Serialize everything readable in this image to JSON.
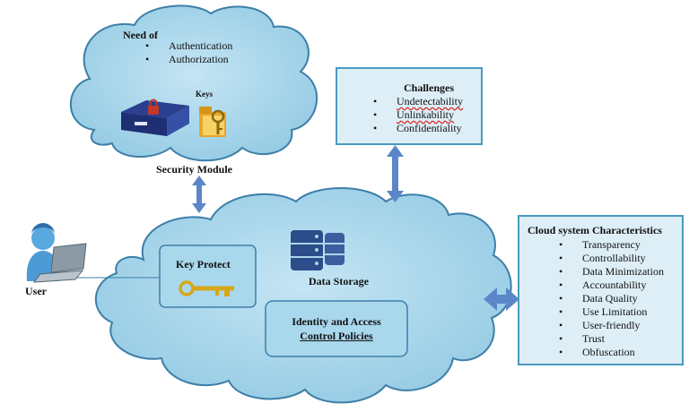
{
  "security": {
    "heading": "Need of",
    "items": [
      "Authentication",
      "Authorization"
    ],
    "keys_label": "Keys",
    "module_label": "Security Module"
  },
  "challenges": {
    "title": "Challenges",
    "items": [
      "Undetectability",
      "Unlinkability",
      "Confidentiality"
    ]
  },
  "user_label": "User",
  "key_protect_label": "Key Protect",
  "data_storage_label": "Data Storage",
  "identity": {
    "line1": "Identity and Access",
    "line2": "Control  Policies"
  },
  "characteristics": {
    "title": "Cloud system Characteristics",
    "items": [
      "Transparency",
      "Controllability",
      "Data Minimization",
      "Accountability",
      "Data Quality",
      "Use Limitation",
      "User-friendly",
      "Trust",
      "Obfuscation"
    ]
  },
  "colors": {
    "cloud_fill": "#a9d7ec",
    "cloud_stroke": "#3d7fa8",
    "box_fill": "#ddeef6",
    "arrow": "#5b86c7"
  }
}
